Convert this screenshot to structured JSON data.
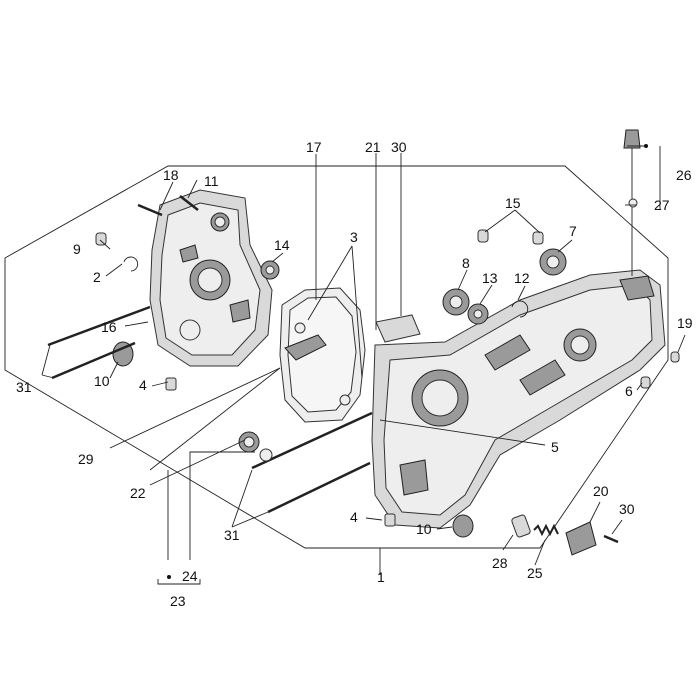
{
  "callouts": {
    "c1": "1",
    "c2": "2",
    "c3": "3",
    "c4a": "4",
    "c4b": "4",
    "c5": "5",
    "c6": "6",
    "c7": "7",
    "c8": "8",
    "c9": "9",
    "c10a": "10",
    "c10b": "10",
    "c11": "11",
    "c12": "12",
    "c13": "13",
    "c14": "14",
    "c15": "15",
    "c16": "16",
    "c17": "17",
    "c18": "18",
    "c19": "19",
    "c20": "20",
    "c21": "21",
    "c22": "22",
    "c23": "23",
    "c24": "24",
    "c25": "25",
    "c26": "26",
    "c27": "27",
    "c28": "28",
    "c29": "29",
    "c30a": "30",
    "c30b": "30",
    "c31a": "31",
    "c31b": "31"
  }
}
